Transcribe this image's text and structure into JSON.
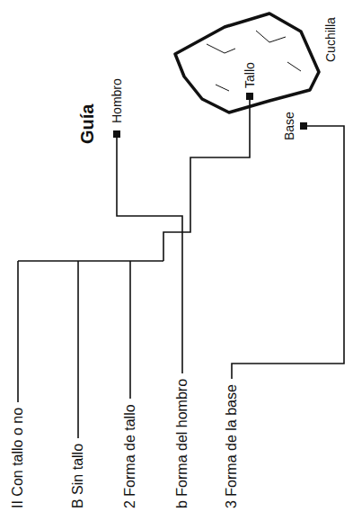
{
  "diagram": {
    "title": "Guía",
    "labels": [
      "II Con tallo o no",
      "B Sin tallo",
      "2 Forma de tallo",
      "b Forma del hombro",
      "3 Forma de la base",
      "Cuchilla",
      "Tallo",
      "Hombro",
      "Base"
    ]
  }
}
